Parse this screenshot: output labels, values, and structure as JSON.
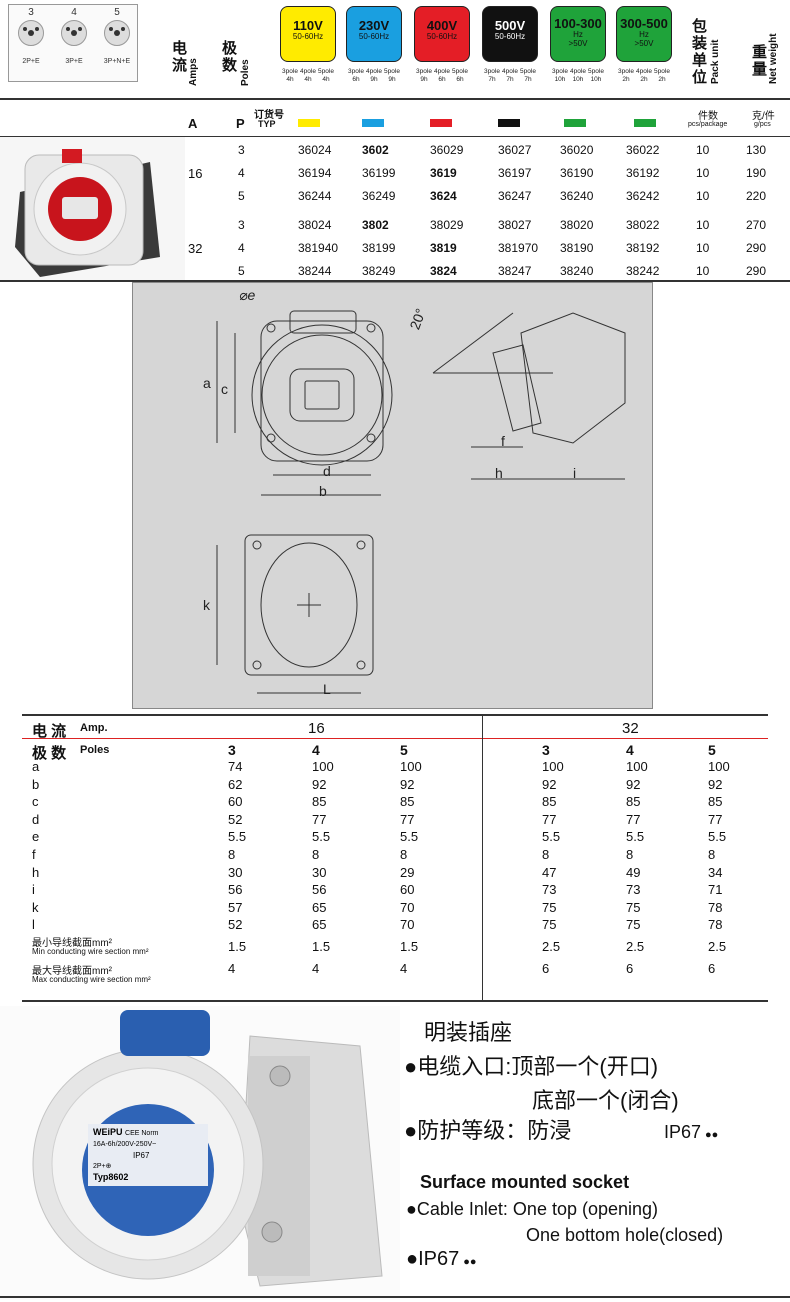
{
  "header": {
    "pins": [
      {
        "num": "3",
        "label": "2P+E"
      },
      {
        "num": "4",
        "label": "3P+E"
      },
      {
        "num": "5",
        "label": "3P+N+E"
      }
    ],
    "current_cn": "电\n流",
    "current_en": "Amps",
    "poles_cn": "极\n数",
    "poles_en": "Poles",
    "voltages": [
      {
        "v": "110V",
        "hz": "50-60Hz",
        "color": "#FFEB00",
        "text": "#111",
        "poles": [
          "3pole",
          "4pole",
          "5pole"
        ],
        "hours": [
          "4h",
          "4h",
          "4h"
        ]
      },
      {
        "v": "230V",
        "hz": "50-60Hz",
        "color": "#1A9FE0",
        "text": "#111",
        "poles": [
          "3pole",
          "4pole",
          "5pole"
        ],
        "hours": [
          "6h",
          "9h",
          "9h"
        ]
      },
      {
        "v": "400V",
        "hz": "50-60Hz",
        "color": "#E41E26",
        "text": "#111",
        "poles": [
          "3pole",
          "4pole",
          "5pole"
        ],
        "hours": [
          "9h",
          "6h",
          "6h"
        ]
      },
      {
        "v": "500V",
        "hz": "50-60Hz",
        "color": "#111111",
        "text": "#fff",
        "poles": [
          "3pole",
          "4pole",
          "5pole"
        ],
        "hours": [
          "7h",
          "7h",
          "7h"
        ]
      },
      {
        "v": "100-300",
        "hz": "Hz",
        "hz2": ">50V",
        "color": "#1FA33A",
        "text": "#111",
        "poles": [
          "3pole",
          "4pole",
          "5pole"
        ],
        "hours": [
          "10h",
          "10h",
          "10h"
        ]
      },
      {
        "v": "300-500",
        "hz": "Hz",
        "hz2": ">50V",
        "color": "#1FA33A",
        "text": "#111",
        "poles": [
          "3pole",
          "4pole",
          "5pole"
        ],
        "hours": [
          "2h",
          "2h",
          "2h"
        ]
      }
    ],
    "pack_cn": "包\n装\n单\n位",
    "pack_en": "Pack unit",
    "weight_cn": "重\n量",
    "weight_en": "Net weight"
  },
  "table1": {
    "col_A": "A",
    "col_P": "P",
    "order_cn": "订货号",
    "order_en": "TYP",
    "swatches": [
      "#FFEB00",
      "#1A9FE0",
      "#E41E26",
      "#111111",
      "#1FA33A",
      "#1FA33A"
    ],
    "pack_label": "件数",
    "pack_sub": "pcs/package",
    "weight_label": "克/件",
    "weight_sub": "g/pcs",
    "groups": [
      {
        "amps": "16",
        "rows": [
          {
            "p": "3",
            "codes": [
              "36024",
              "3602",
              "36029",
              "36027",
              "36020",
              "36022"
            ],
            "bold": 1,
            "pack": "10",
            "weight": "130"
          },
          {
            "p": "4",
            "codes": [
              "36194",
              "36199",
              "3619",
              "36197",
              "36190",
              "36192"
            ],
            "bold": 2,
            "pack": "10",
            "weight": "190"
          },
          {
            "p": "5",
            "codes": [
              "36244",
              "36249",
              "3624",
              "36247",
              "36240",
              "36242"
            ],
            "bold": 2,
            "pack": "10",
            "weight": "220"
          }
        ]
      },
      {
        "amps": "32",
        "rows": [
          {
            "p": "3",
            "codes": [
              "38024",
              "3802",
              "38029",
              "38027",
              "38020",
              "38022"
            ],
            "bold": 1,
            "pack": "10",
            "weight": "270"
          },
          {
            "p": "4",
            "codes": [
              "381940",
              "38199",
              "3819",
              "381970",
              "38190",
              "38192"
            ],
            "bold": 2,
            "pack": "10",
            "weight": "290"
          },
          {
            "p": "5",
            "codes": [
              "38244",
              "38249",
              "3824",
              "38247",
              "38240",
              "38242"
            ],
            "bold": 2,
            "pack": "10",
            "weight": "290"
          }
        ]
      }
    ]
  },
  "drawing": {
    "labels": {
      "e": "e",
      "a": "a",
      "c": "c",
      "d": "d",
      "b": "b",
      "angle": "20°",
      "f": "f",
      "h": "h",
      "i": "i",
      "k": "k",
      "L": "L"
    }
  },
  "table2": {
    "amp_cn": "电  流",
    "amp_en": "Amp.",
    "pole_cn": "极  数",
    "pole_en": "Poles",
    "amps": [
      "16",
      "32"
    ],
    "poles": [
      "3",
      "4",
      "5",
      "3",
      "4",
      "5"
    ],
    "rows": [
      {
        "label": "a",
        "vals": [
          "74",
          "100",
          "100",
          "100",
          "100",
          "100"
        ]
      },
      {
        "label": "b",
        "vals": [
          "62",
          "92",
          "92",
          "92",
          "92",
          "92"
        ]
      },
      {
        "label": "c",
        "vals": [
          "60",
          "85",
          "85",
          "85",
          "85",
          "85"
        ]
      },
      {
        "label": "d",
        "vals": [
          "52",
          "77",
          "77",
          "77",
          "77",
          "77"
        ]
      },
      {
        "label": "e",
        "vals": [
          "5.5",
          "5.5",
          "5.5",
          "5.5",
          "5.5",
          "5.5"
        ]
      },
      {
        "label": "f",
        "vals": [
          "8",
          "8",
          "8",
          "8",
          "8",
          "8"
        ]
      },
      {
        "label": "h",
        "vals": [
          "30",
          "30",
          "29",
          "47",
          "49",
          "34"
        ]
      },
      {
        "label": "i",
        "vals": [
          "56",
          "56",
          "60",
          "73",
          "73",
          "71"
        ]
      },
      {
        "label": "k",
        "vals": [
          "57",
          "65",
          "70",
          "75",
          "75",
          "78"
        ]
      },
      {
        "label": "l",
        "vals": [
          "52",
          "65",
          "70",
          "75",
          "75",
          "78"
        ]
      }
    ],
    "min_cn": "最小导线截面mm²",
    "min_en": "Min conducting wire section mm²",
    "min_vals": [
      "1.5",
      "1.5",
      "1.5",
      "2.5",
      "2.5",
      "2.5"
    ],
    "max_cn": "最大导线截面mm²",
    "max_en": "Max conducting wire section mm²",
    "max_vals": [
      "4",
      "4",
      "4",
      "6",
      "6",
      "6"
    ]
  },
  "product": {
    "face_brand": "WEiPU",
    "face_norm": "CEE Norm",
    "face_rating": "16A-6h/200V-250V~",
    "face_ip": "IP67",
    "face_poles": "2P+⊕",
    "face_type": "Typ8602",
    "title_cn": "明装插座",
    "inlet_cn": "●电缆入口:顶部一个(开口)",
    "inlet_cn2": "底部一个(闭合)",
    "protect_cn": "●防护等级：防浸",
    "ip": "IP67",
    "drops": "💧💧",
    "title_en": "Surface mounted socket",
    "inlet_en": "●Cable Inlet: One top (opening)",
    "inlet_en2": "One bottom hole(closed)",
    "ip_en": "●IP67"
  }
}
